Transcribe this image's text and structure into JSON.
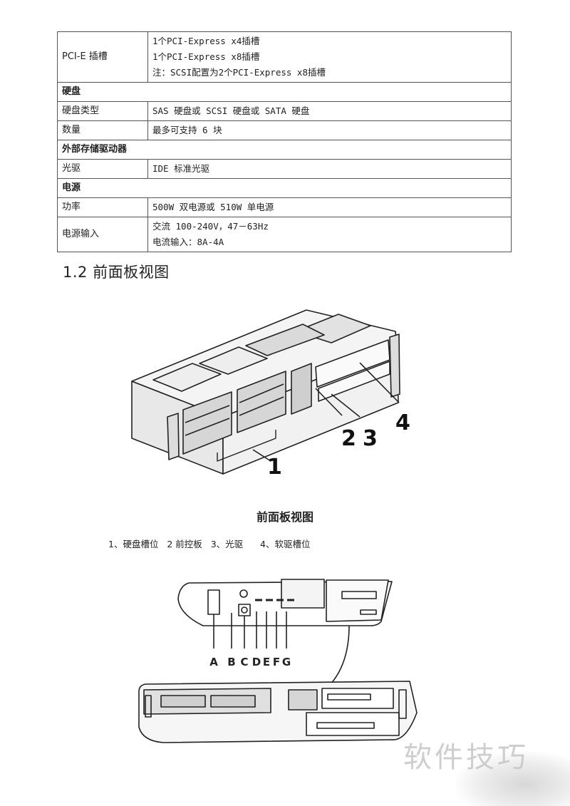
{
  "spec_table": {
    "pcie": {
      "label": "PCI-E 插槽",
      "lines": [
        "1个PCI-Express x4插槽",
        "1个PCI-Express x8插槽",
        "注：SCSI配置为2个PCI-Express x8插槽"
      ]
    },
    "disk_section": "硬盘",
    "disk_type": {
      "label": "硬盘类型",
      "value": "SAS 硬盘或 SCSI 硬盘或 SATA 硬盘"
    },
    "disk_count": {
      "label": "数量",
      "value": "最多可支持 6 块"
    },
    "ext_storage_section": "外部存储驱动器",
    "optical": {
      "label": "光驱",
      "value": "IDE 标准光驱"
    },
    "power_section": "电源",
    "power": {
      "label": "功率",
      "value": "500W 双电源或 510W 单电源"
    },
    "power_input": {
      "label": "电源输入",
      "lines": [
        "交流 100-240V，47－63Hz",
        "电流输入：8A-4A"
      ]
    }
  },
  "heading": "1.2 前面板视图",
  "figure1": {
    "callouts": [
      "1",
      "2",
      "3",
      "4"
    ]
  },
  "caption": "前面板视图",
  "legend": "1、硬盘槽位   2 前控板   3、光驱      4、软驱槽位",
  "figure2": {
    "letters": [
      "A",
      "B",
      "C",
      "D",
      "E",
      "F",
      "G"
    ]
  },
  "watermark": "软件技巧"
}
